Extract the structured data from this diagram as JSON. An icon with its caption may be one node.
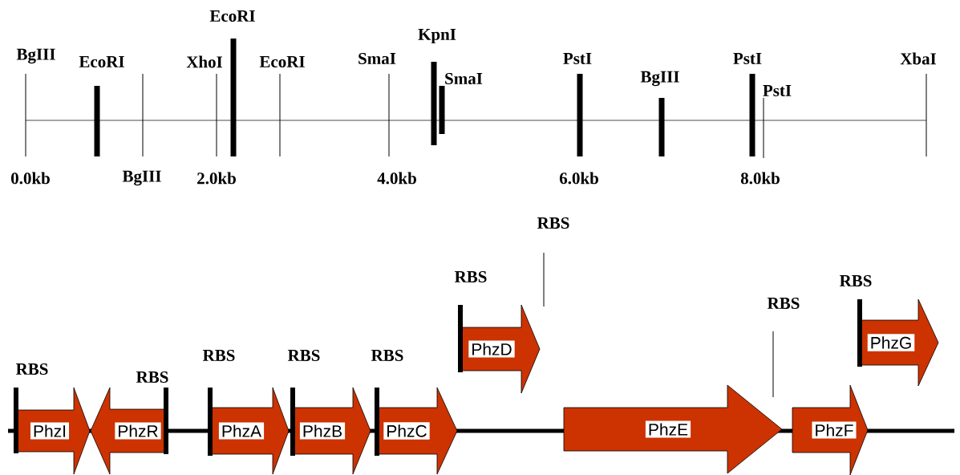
{
  "diagram": {
    "nodes": [
      {
        "text": [
          "PhzI"
        ]
      },
      {
        "text": [
          "PhzR"
        ]
      },
      {
        "text": [
          "PhzA"
        ]
      },
      {
        "text": [
          "PhzB"
        ]
      },
      {
        "text": [
          "PhzC"
        ]
      },
      {
        "text": [
          "PhzD"
        ]
      },
      {
        "text": [
          "PhzE"
        ]
      },
      {
        "text": [
          "PhzF"
        ]
      },
      {
        "text": [
          "PhzG"
        ]
      }
    ],
    "labels": [
      "EcoRI",
      "KpnI",
      "BgIII",
      "EcoRI",
      "XhoI",
      "EcoRI",
      "SmaI",
      "PstI",
      "PstI",
      "XbaI",
      "SmaI",
      "BgIII",
      "PstI",
      "0.0kb",
      "BgIII",
      "2.0kb",
      "4.0kb",
      "6.0kb",
      "8.0kb",
      "RBS",
      "RBS",
      "RBS",
      "RBS",
      "RBS",
      "RBS",
      "RBS",
      "RBS",
      "RBS"
    ]
  }
}
